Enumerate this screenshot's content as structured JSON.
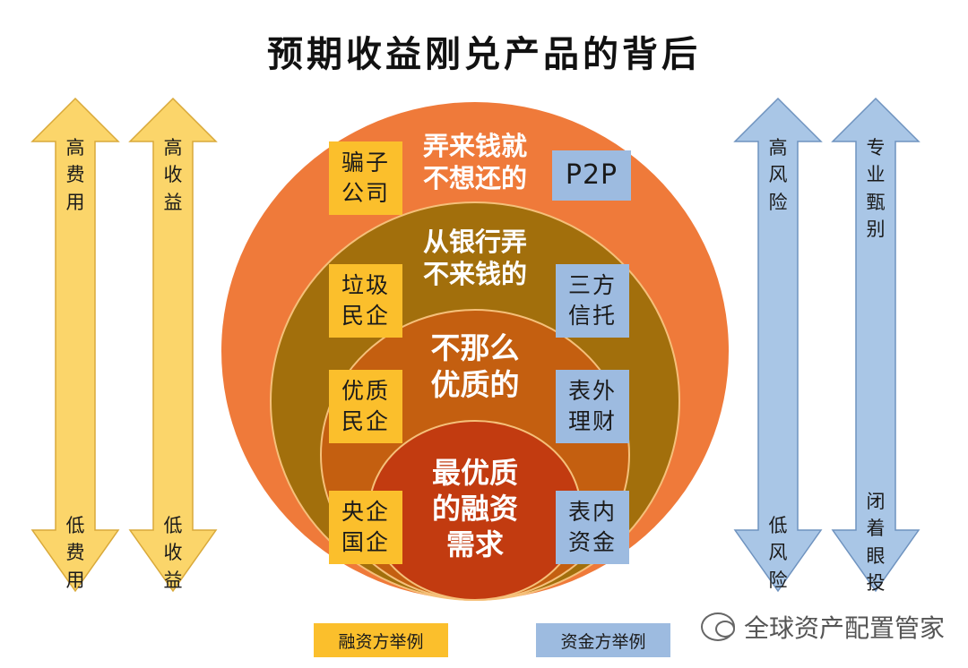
{
  "title": "预期收益刚兑产品的背后",
  "colors": {
    "yellow_arrow": "#fbd56a",
    "blue_arrow": "#a9c6e6",
    "ring_outer": "#ef7a3a",
    "ring_second": "#a26f0c",
    "ring_third": "#c45f10",
    "ring_core": "#c23b10",
    "yellow_box": "#fbbf2c",
    "blue_box": "#9dbbe0"
  },
  "arrows_left": [
    {
      "top": "高费用",
      "bottom": "低费用"
    },
    {
      "top": "高收益",
      "bottom": "低收益"
    }
  ],
  "arrows_right": [
    {
      "top": "高风险",
      "bottom": "低风险"
    },
    {
      "top": "专业甄别",
      "bottom": "闭着眼投"
    }
  ],
  "rings": [
    {
      "label": "弄来钱就\n不想还的",
      "financier": "骗子\n公司",
      "funder": "P2P"
    },
    {
      "label": "从银行弄\n不来钱的",
      "financier": "垃圾\n民企",
      "funder": "三方\n信托"
    },
    {
      "label": "不那么\n优质的",
      "financier": "优质\n民企",
      "funder": "表外\n理财"
    },
    {
      "label": "最优质\n的融资\n需求",
      "financier": "央企\n国企",
      "funder": "表内\n资金"
    }
  ],
  "legend": {
    "financier": "融资方举例",
    "funder": "资金方举例"
  },
  "watermark": "全球资产配置管家"
}
